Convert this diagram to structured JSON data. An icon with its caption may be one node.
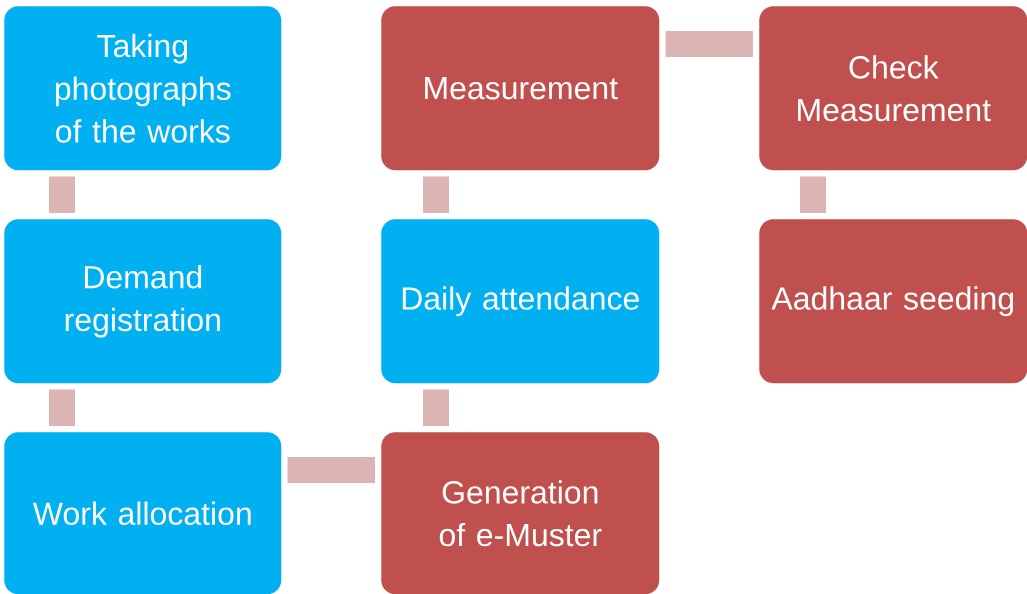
{
  "diagram": {
    "nodes": [
      {
        "text": [
          "Taking photographs of the works"
        ]
      },
      {
        "text": [
          "Demand registration"
        ]
      },
      {
        "text": [
          "Work allocation"
        ]
      },
      {
        "text": [
          "Generation of e-Muster"
        ]
      },
      {
        "text": [
          "Daily attendance"
        ]
      },
      {
        "text": [
          "Measurement"
        ]
      },
      {
        "text": [
          "Check Measurement"
        ]
      },
      {
        "text": [
          "Aadhaar seeding"
        ]
      }
    ],
    "edges": [
      {
        "from": 0,
        "to": 1,
        "arrow": "none"
      },
      {
        "from": 1,
        "to": 2,
        "arrow": "none"
      },
      {
        "from": 2,
        "to": 3,
        "arrow": "none"
      },
      {
        "from": 3,
        "to": 4,
        "arrow": "none"
      },
      {
        "from": 4,
        "to": 5,
        "arrow": "none"
      },
      {
        "from": 5,
        "to": 6,
        "arrow": "none"
      },
      {
        "from": 6,
        "to": 7,
        "arrow": "none"
      }
    ]
  }
}
